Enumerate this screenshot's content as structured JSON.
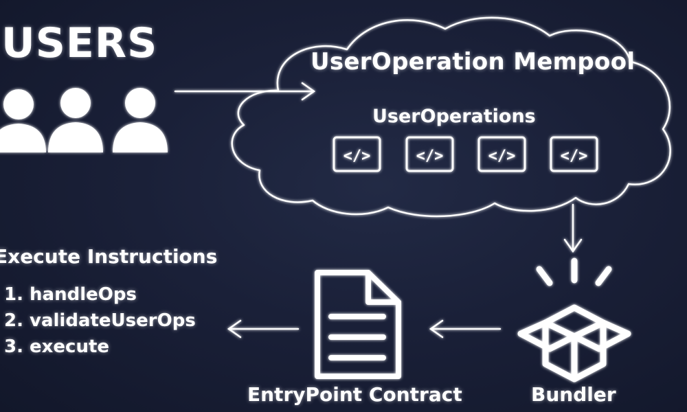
{
  "users": {
    "title": "USERS"
  },
  "mempool": {
    "title": "UserOperation Mempool",
    "subtitle": "UserOperations",
    "op_icon_glyph": "</>"
  },
  "instructions": {
    "title": "Execute Instructions",
    "steps": [
      "1. handleOps",
      "2. validateUserOps",
      "3. execute"
    ]
  },
  "entrypoint": {
    "label": "EntryPoint Contract"
  },
  "bundler": {
    "label": "Bundler"
  },
  "colors": {
    "background": "#1a2038",
    "foreground": "#ffffff"
  }
}
